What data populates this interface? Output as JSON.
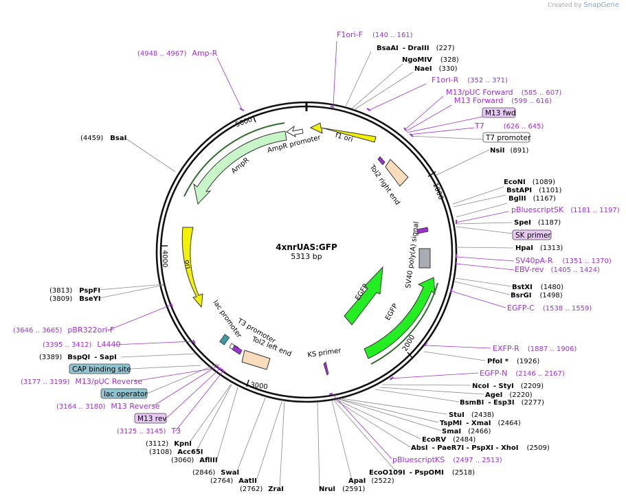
{
  "credit": {
    "prefix": "Created by",
    "brand": "SnapGene"
  },
  "plasmid": {
    "name": "4xnrUAS:GFP",
    "length": "5313 bp"
  },
  "ticks": [
    "1000",
    "2000",
    "3000",
    "4000",
    "5000"
  ],
  "features": [
    {
      "label": "f1 ori"
    },
    {
      "label": "Tol2 right end"
    },
    {
      "label": "AmpR promoter"
    },
    {
      "label": "AmpR"
    },
    {
      "label": "ori"
    },
    {
      "label": "SV40 poly(A) signal"
    },
    {
      "label": "EGFP"
    },
    {
      "label": "EGFP"
    },
    {
      "label": "KS primer"
    },
    {
      "label": "lac promoter"
    },
    {
      "label": "T3 promoter"
    },
    {
      "label": "Tol2 left end"
    }
  ],
  "labels": [
    {
      "t": "F1ori-F",
      "r": "(140 .. 161)"
    },
    {
      "t": "BsaAI",
      "b": "- DraIII",
      "r": "(227)"
    },
    {
      "t": "NgoMIV",
      "r": "(328)"
    },
    {
      "t": "NaeI",
      "r": "(330)"
    },
    {
      "t": "F1ori-R",
      "r": "(352 .. 371)"
    },
    {
      "t": "M13/pUC Forward",
      "r": "(585 .. 607)"
    },
    {
      "t": "M13 Forward",
      "r": "(599 .. 616)"
    },
    {
      "t": "M13 fwd"
    },
    {
      "t": "T7",
      "r": "(626 .. 645)"
    },
    {
      "t": "T7 promoter"
    },
    {
      "t": "NsiI",
      "r": "(891)"
    },
    {
      "t": "EcoNI",
      "r": "(1089)"
    },
    {
      "t": "BstAPI",
      "r": "(1101)"
    },
    {
      "t": "BglII",
      "r": "(1167)"
    },
    {
      "t": "pBluescriptSK",
      "r": "(1181 .. 1197)"
    },
    {
      "t": "SpeI",
      "r": "(1187)"
    },
    {
      "t": "SK primer"
    },
    {
      "t": "HpaI",
      "r": "(1313)"
    },
    {
      "t": "SV40pA-R",
      "r": "(1351 .. 1370)"
    },
    {
      "t": "EBV-rev",
      "r": "(1405 .. 1424)"
    },
    {
      "t": "BstXI",
      "r": "(1480)"
    },
    {
      "t": "BsrGI",
      "r": "(1498)"
    },
    {
      "t": "EGFP-C",
      "r": "(1538 .. 1559)"
    },
    {
      "t": "EXFP-R",
      "r": "(1887 .. 1906)"
    },
    {
      "t": "PfoI *",
      "r": "(1926)"
    },
    {
      "t": "EGFP-N",
      "r": "(2146 .. 2167)"
    },
    {
      "t": "NcoI",
      "b": "- StyI",
      "r": "(2209)"
    },
    {
      "t": "AgeI",
      "r": "(2220)"
    },
    {
      "t": "BsmBI",
      "b": "- Esp3I",
      "r": "(2277)"
    },
    {
      "t": "StuI",
      "r": "(2438)"
    },
    {
      "t": "TspMI",
      "b": "- XmaI",
      "r": "(2464)"
    },
    {
      "t": "SmaI",
      "r": "(2466)"
    },
    {
      "t": "EcoRV",
      "r": "(2484)"
    },
    {
      "t": "AbsI",
      "b": "- PaeR7I  - PspXI  - XhoI",
      "r": "(2509)"
    },
    {
      "t": "pBluescriptKS",
      "r": "(2497 .. 2513)"
    },
    {
      "t": "EcoO109I",
      "b": "- PspOMI",
      "r": "(2518)"
    },
    {
      "t": "ApaI",
      "r": "(2522)"
    },
    {
      "t": "NruI",
      "r": "(2591)"
    },
    {
      "l": "(4948 .. 4967)",
      "t": "Amp-R"
    },
    {
      "l": "(4459)",
      "t": "BsaI"
    },
    {
      "l": "(3813)",
      "t": "PspFI"
    },
    {
      "l": "(3809)",
      "t": "BseYI"
    },
    {
      "l": "(3646 .. 3665)",
      "t": "pBR322ori-F"
    },
    {
      "l": "(3395 .. 3412)",
      "t": "L4440"
    },
    {
      "l": "(3389)",
      "t": "BspQI",
      "b": "- SapI"
    },
    {
      "t": "CAP binding site"
    },
    {
      "l": "(3177 .. 3199)",
      "t": "M13/pUC Reverse"
    },
    {
      "t": "lac operator"
    },
    {
      "l": "(3164 .. 3180)",
      "t": "M13 Reverse"
    },
    {
      "t": "M13 rev"
    },
    {
      "l": "(3125 .. 3145)",
      "t": "T3"
    },
    {
      "l": "(3112)",
      "t": "KpnI"
    },
    {
      "l": "(3108)",
      "t": "Acc65I"
    },
    {
      "l": "(3060)",
      "t": "AflIII"
    },
    {
      "l": "(2846)",
      "t": "SwaI"
    },
    {
      "l": "(2764)",
      "t": "AatII"
    },
    {
      "l": "(2762)",
      "t": "ZraI"
    }
  ],
  "colors": {
    "primer": "#9b30d0",
    "enzyme": "#000000",
    "ori": "#f5f500",
    "amp": "#c8f5c8",
    "egfp": "#22ee22",
    "tol2": "#f8dcbc",
    "polya": "#a9acb4",
    "protein_bind": "#8fc4d0"
  }
}
